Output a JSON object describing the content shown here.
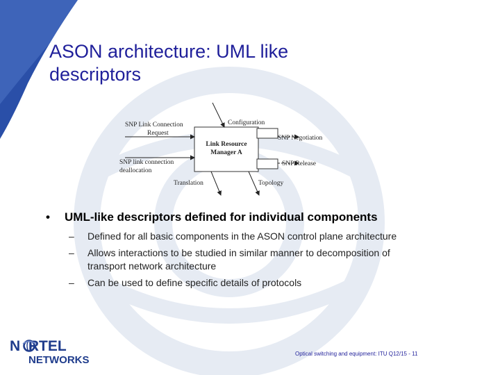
{
  "slide": {
    "title_line1": "ASON architecture: UML like",
    "title_line2": "descriptors"
  },
  "diagram": {
    "box_label_line1": "Link Resource",
    "box_label_line2": "Manager A",
    "labels": {
      "snp_link_connection_line1": "SNP Link Connection",
      "snp_link_connection_line2": "Request",
      "snp_link_deallocation_line1": "SNP link connection",
      "snp_link_deallocation_line2": "deallocation",
      "configuration": "Configuration",
      "snp_negotiation": "SNP Negotiation",
      "snp_release": "SNP Release",
      "translation": "Translation",
      "topology": "Topology"
    }
  },
  "bullets": {
    "main": "UML-like descriptors defined for individual components",
    "bullet_char": "•",
    "dash_char": "–",
    "sub": [
      {
        "line1": "Defined for all basic components in the ASON control plane architecture"
      },
      {
        "line1": "Allows interactions to be studied in similar manner to decomposition of",
        "line2": "transport network architecture"
      },
      {
        "line1": "Can be used to define specific details of protocols"
      }
    ]
  },
  "logo": {
    "word1": "N  RTEL",
    "word2": "NETWORKS"
  },
  "footer": {
    "text": "Optical switching and equipment: ITU Q12/15 - 11"
  },
  "colors": {
    "title": "#1f1f9a",
    "logo_blue": "#1f3c8c",
    "watermark": "#e6ebf3",
    "corner": "#2a4fa8"
  }
}
